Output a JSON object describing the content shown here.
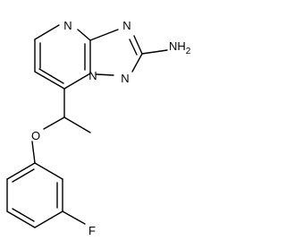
{
  "molecule": {
    "labels": {
      "n_top": "N",
      "n_right": "N",
      "n_bottom": "N",
      "n_bridge": "N",
      "amine": "NH",
      "amine_sub": "2",
      "oxygen": "O",
      "fluorine": "F"
    }
  }
}
